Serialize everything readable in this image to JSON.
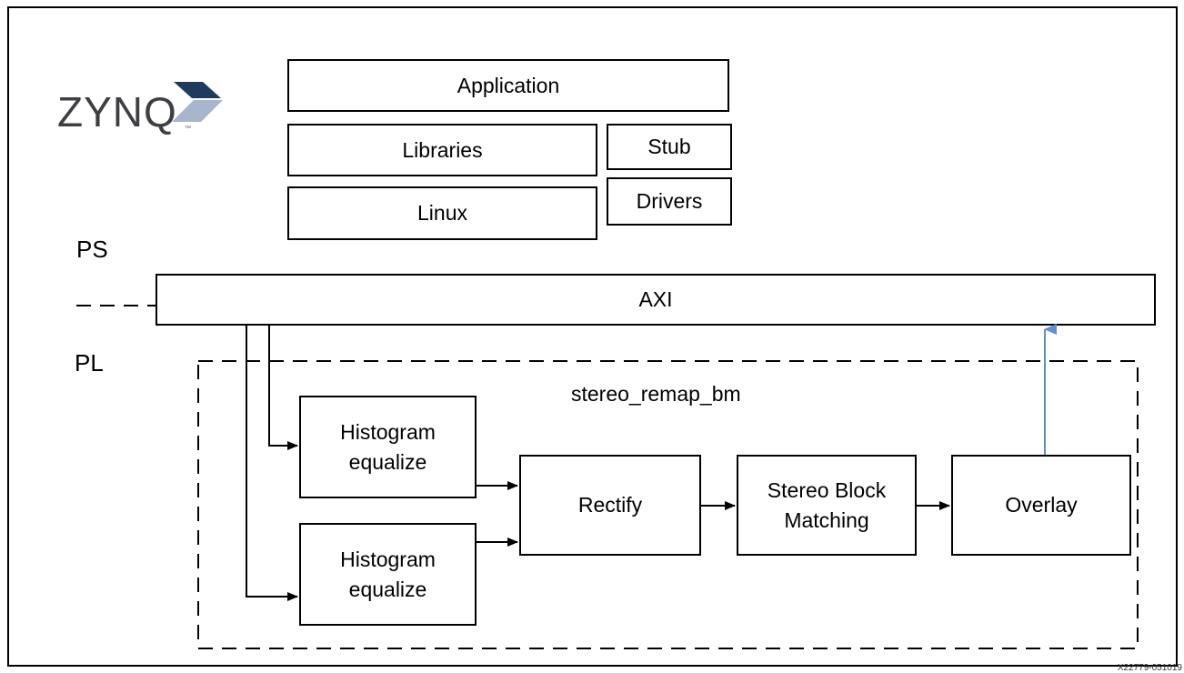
{
  "logo": {
    "text": "ZYNQ",
    "tm": "™",
    "colors": {
      "dark": "#1f3a5f",
      "light": "#a7b6cc",
      "text": "#3d3f42"
    }
  },
  "stack": {
    "application": "Application",
    "libraries": "Libraries",
    "stub": "Stub",
    "linux": "Linux",
    "drivers": "Drivers"
  },
  "labels": {
    "ps": "PS",
    "pl": "PL",
    "axi": "AXI",
    "block_name": "stereo_remap_bm"
  },
  "blocks": {
    "hist_top": [
      "Histogram",
      "equalize"
    ],
    "hist_bottom": [
      "Histogram",
      "equalize"
    ],
    "rectify": "Rectify",
    "stereo": [
      "Stereo Block",
      "Matching"
    ],
    "overlay": "Overlay"
  },
  "colors": {
    "return_arrow": "#5b8fd6"
  },
  "figure_id": "X22779-051019"
}
